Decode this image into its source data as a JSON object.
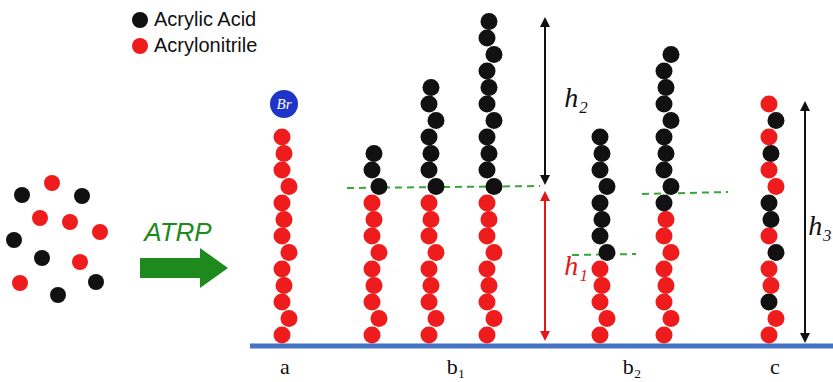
{
  "diagram": {
    "nodes": [
      {
        "text": [
          "Br"
        ]
      }
    ],
    "labels": [
      "ATRP",
      "h₂",
      "h₁",
      "h₃",
      "a",
      "b₁",
      "b₂",
      "c"
    ],
    "legend": [
      {
        "text": "Acrylic Acid",
        "color": "#111111"
      },
      {
        "text": "Acrylonitrile",
        "color": "#ee1c1c"
      }
    ]
  }
}
